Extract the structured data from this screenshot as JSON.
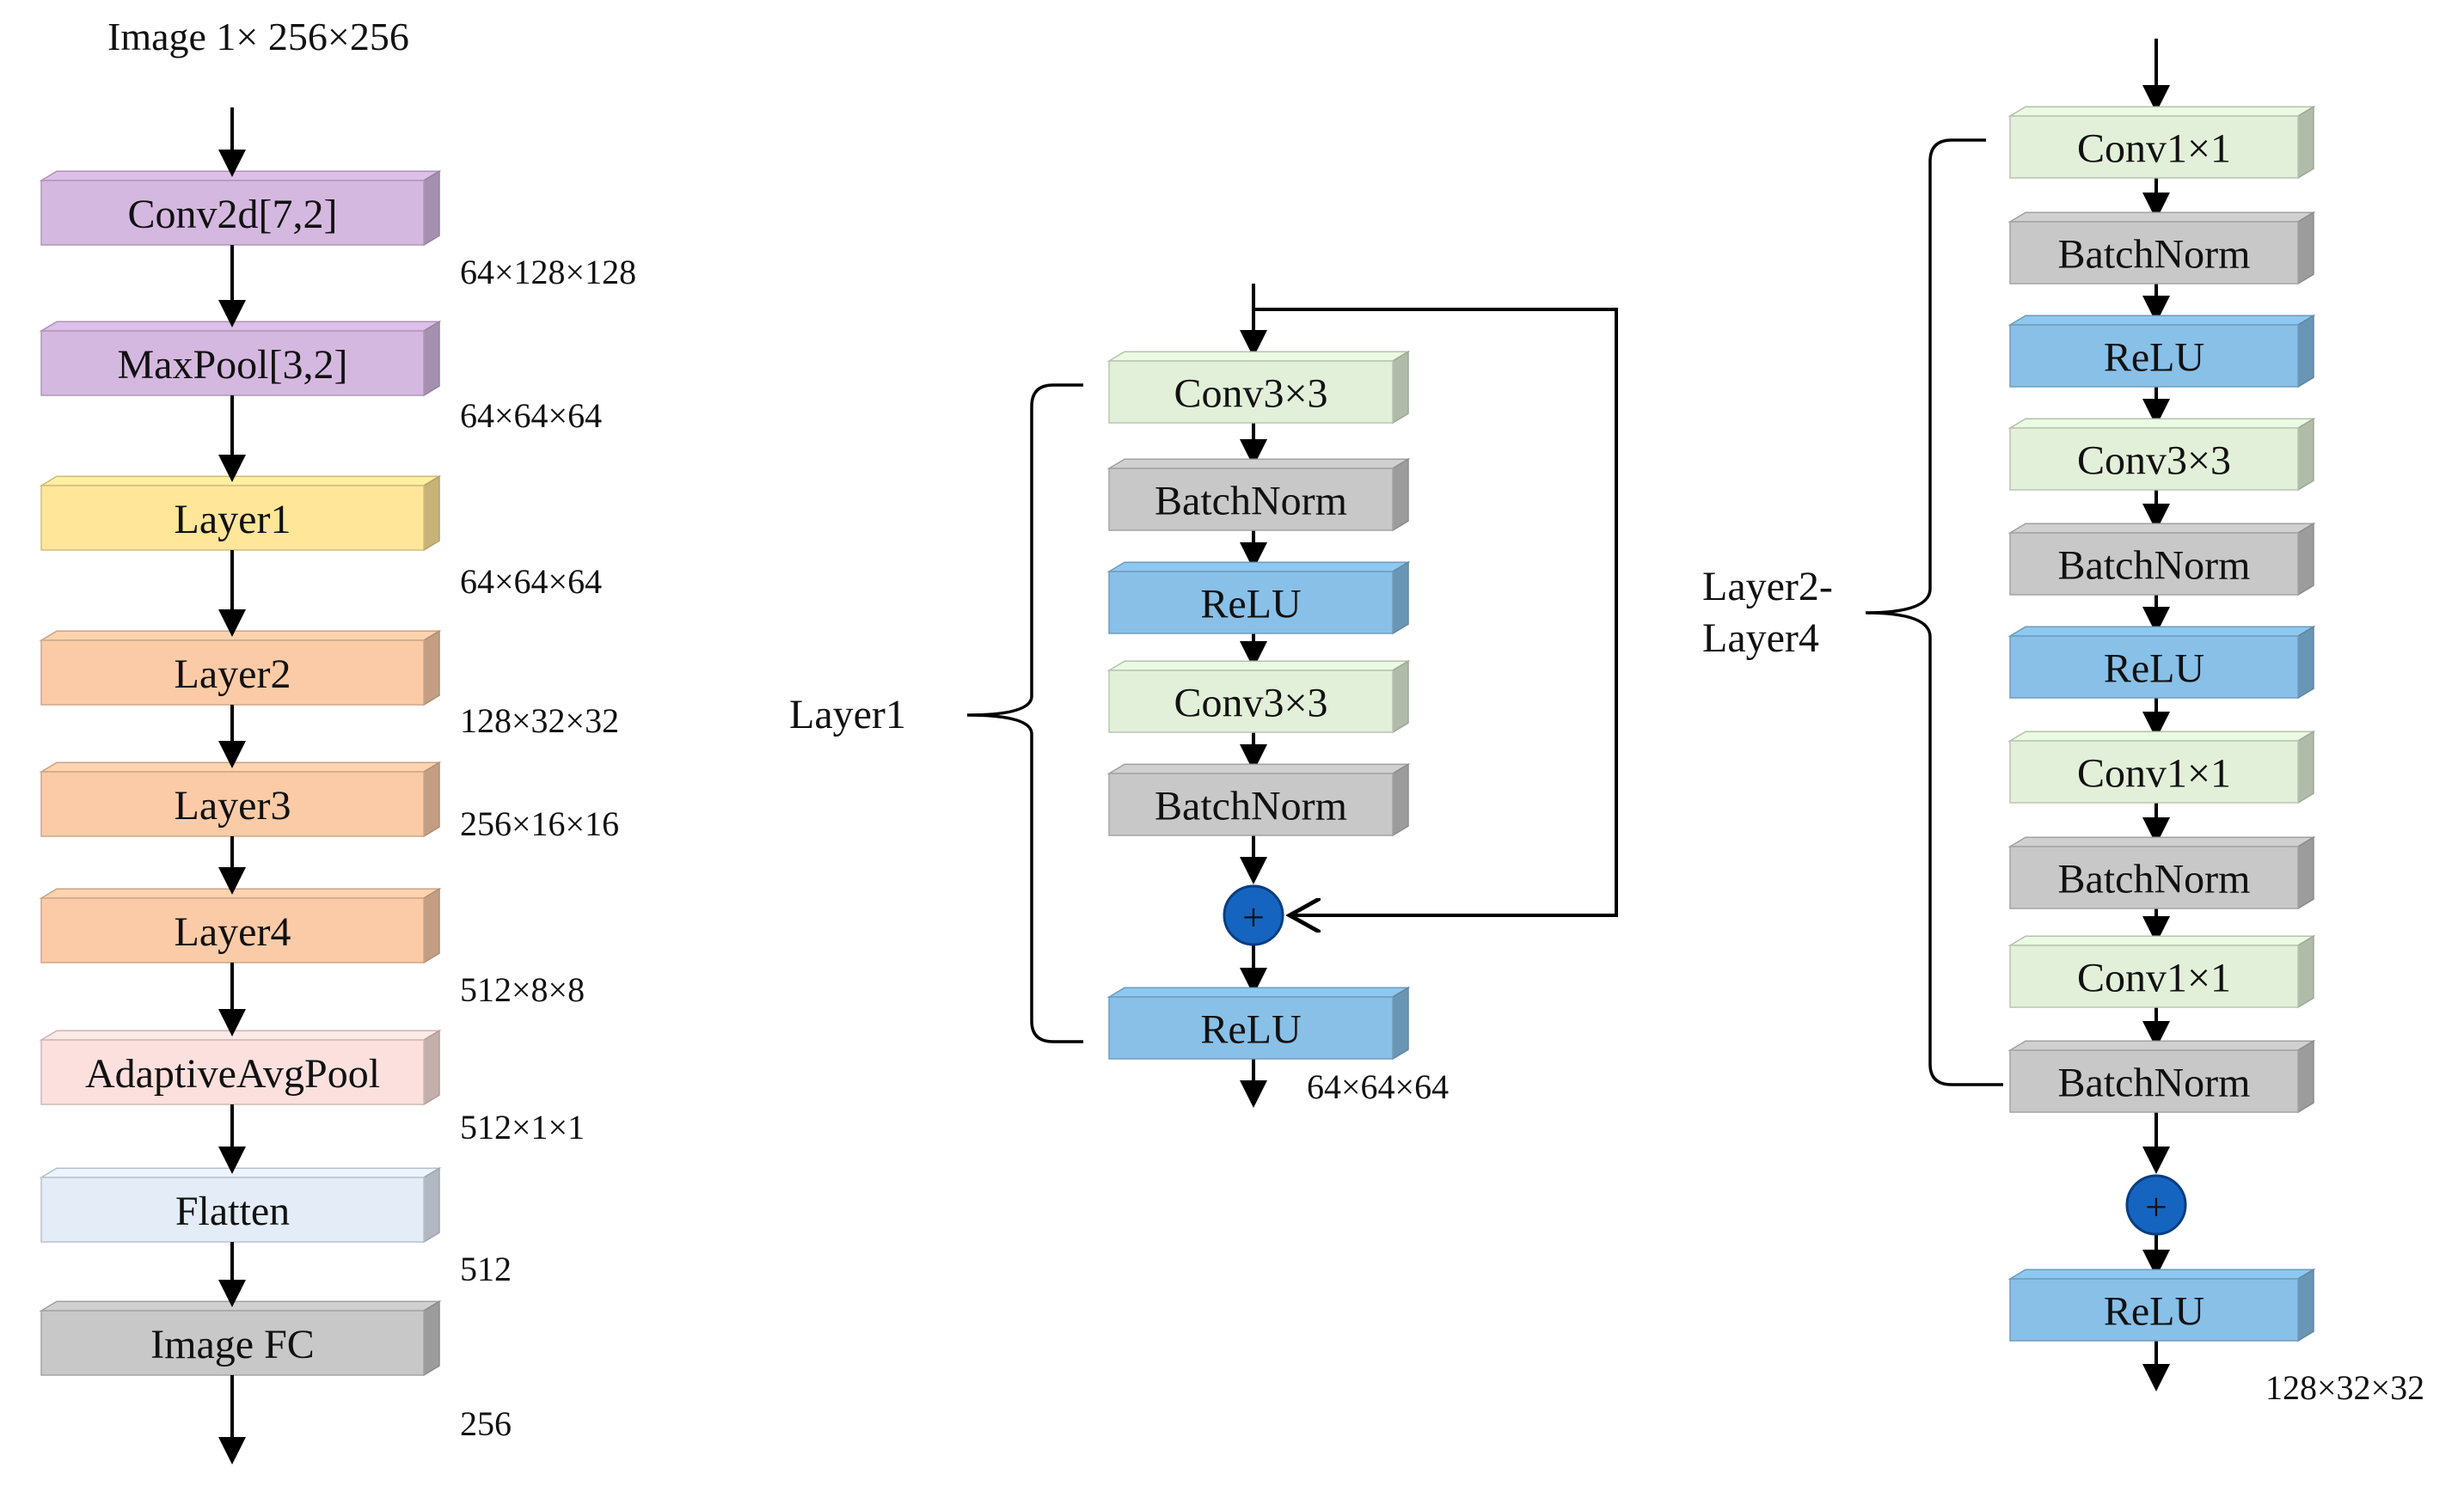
{
  "colors": {
    "purple": "#d5b8e0",
    "yellow": "#ffe699",
    "orange": "#fbcba7",
    "pink": "#fbe0de",
    "light_blue_gray": "#e3ecf7",
    "gray": "#c8c8c8",
    "green": "#e2f0d9",
    "blue": "#88c0e8",
    "add_node": "#1565c0"
  },
  "left": {
    "title": "Image  1× 256×256",
    "blocks": [
      "Conv2d[7,2]",
      "MaxPool[3,2]",
      "Layer1",
      "Layer2",
      "Layer3",
      "Layer4",
      "AdaptiveAvgPool",
      "Flatten",
      "Image FC"
    ],
    "dims": [
      "64×128×128",
      "64×64×64",
      "64×64×64",
      "128×32×32",
      "256×16×16",
      "512×8×8",
      "512×1×1",
      "512",
      "256"
    ]
  },
  "middle": {
    "label": "Layer1",
    "blocks": [
      "Conv3×3",
      "BatchNorm",
      "ReLU",
      "Conv3×3",
      "BatchNorm",
      "ReLU"
    ],
    "add_symbol": "+",
    "output_dim": "64×64×64"
  },
  "right": {
    "label_line1": "Layer2-",
    "label_line2": "Layer4",
    "blocks": [
      "Conv1×1",
      "BatchNorm",
      "ReLU",
      "Conv3×3",
      "BatchNorm",
      "ReLU",
      "Conv1×1",
      "BatchNorm",
      "Conv1×1",
      "BatchNorm",
      "ReLU"
    ],
    "add_symbol": "+",
    "output_dim": "128×32×32"
  }
}
